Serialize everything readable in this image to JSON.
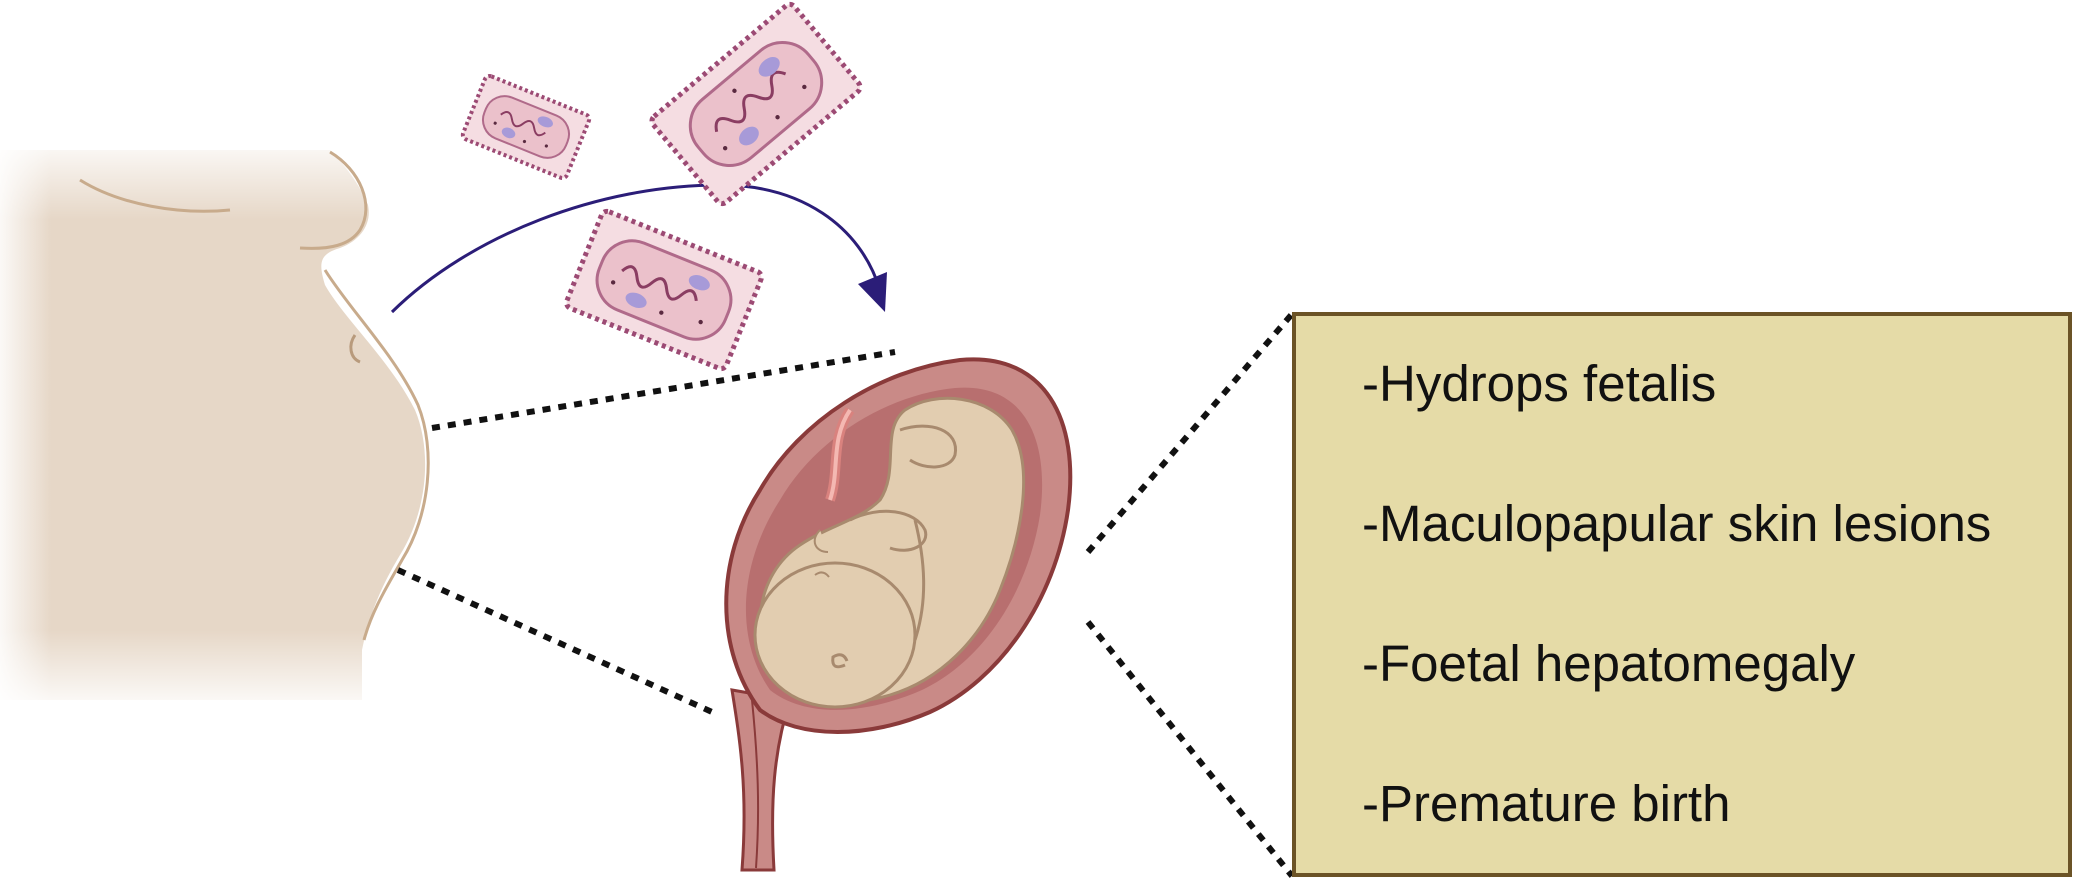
{
  "outcomes": {
    "items": [
      "-Hydrops fetalis",
      "-Maculopapular skin lesions",
      "-Foetal hepatomegaly",
      "-Premature birth"
    ]
  },
  "icons": {
    "mother": "pregnant-woman-silhouette-icon",
    "pathogen": "bacterium-cell-icon",
    "uterus": "uterus-with-fetus-icon",
    "arrow": "curved-arrow-icon"
  },
  "colors": {
    "skin": "#e6d7c7",
    "skin_outline": "#c8ab8c",
    "uterus_wall": "#c98a87",
    "uterus_outline": "#8a3a3a",
    "fetus": "#e2cdb0",
    "bacterium_fill": "#f5dde2",
    "bacterium_border": "#9c4a74",
    "arrow": "#2b1d78",
    "box_fill": "#e5dba7",
    "box_border": "#6b5326"
  }
}
